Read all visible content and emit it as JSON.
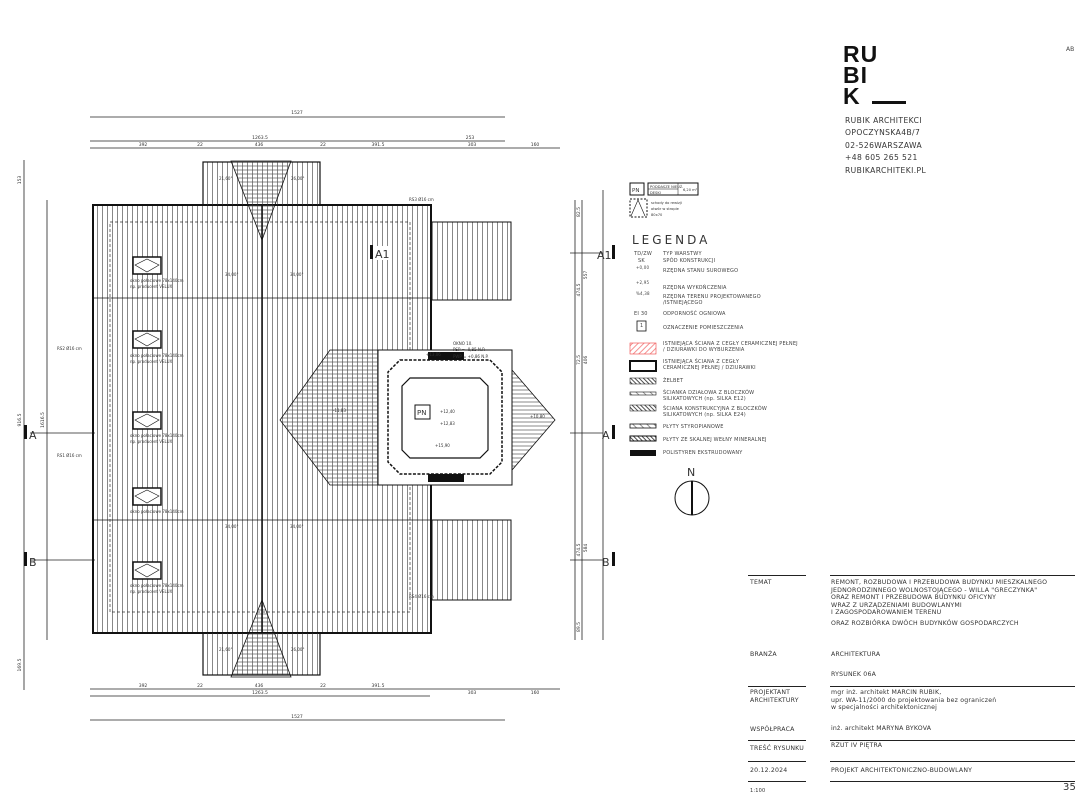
{
  "firm": {
    "logo_lines": [
      "RU",
      "BI",
      "K"
    ],
    "name": "RUBIK ARCHITEKCI",
    "street": "OPOCZYNSKA4B/7",
    "city": "02-526WARSZAWA",
    "phone": "+48 605 265 521",
    "web": "RUBIKARCHITEKI.PL",
    "corner_tag": "AB"
  },
  "room_tag": {
    "code": "PN",
    "name1": "PODDASZE NIEUŻ.",
    "name2": "DESKI",
    "area": "6,20 m²",
    "stair_note": [
      "schody do rewizji",
      "otwór w stropie",
      "80x70"
    ]
  },
  "legend": {
    "title": "LEGENDA",
    "items": [
      {
        "symbol": "TD/ZW",
        "label": "TYP WARSTWY"
      },
      {
        "symbol": "SK",
        "label": "SPÓD KONSTRUKCJI"
      },
      {
        "symbol": "+0,00",
        "label": "RZĘDNA STANU SUROWEGO"
      },
      {
        "symbol": "+2,95",
        "label": "RZĘDNA WYKOŃCZENIA"
      },
      {
        "symbol": "%4,38",
        "label": "RZĘDNA TERENU PROJEKTOWANEGO /ISTNIEJĄCEGO"
      },
      {
        "symbol": "EI 30",
        "label": "ODPORNOŚĆ OGNIOWA"
      },
      {
        "symbol": "1",
        "label": "OZNACZENIE POMIESZCZENIA"
      },
      {
        "symbol": "",
        "label": "ISTNIEJĄCA ŚCIANA Z CEGŁY CERAMICZNEJ PEŁNEJ / DZIURAWKI DO WYBURZENIA"
      },
      {
        "symbol": "",
        "label": "ISTNIEJĄCA ŚCIANA Z CEGŁY CERAMICZNEJ PEŁNEJ / DZIURAWKI"
      },
      {
        "symbol": "",
        "label": "ŻELBET"
      },
      {
        "symbol": "",
        "label": "ŚCIANKA DZIAŁOWA Z BLOCZKÓW SILIKATOWYCH (np. SILKA E12)"
      },
      {
        "symbol": "",
        "label": "ŚCIANA KONSTRUKCYJNA Z BLOCZKÓW SILIKATOWYCH (np. SILKA E24)"
      },
      {
        "symbol": "",
        "label": "PŁYTY STYROPIANOWE"
      },
      {
        "symbol": "",
        "label": "PŁYTY ZE SKALNEJ WEŁNY MINERALNEJ"
      },
      {
        "symbol": "",
        "label": "POLISTYREN EKSTRUDOWANY"
      }
    ]
  },
  "north": "N",
  "sections": {
    "a": "A",
    "b": "B",
    "a1": "A1"
  },
  "dims": {
    "total": "1527",
    "sub": "1263.5",
    "right": "253",
    "segments": [
      "392",
      "22",
      "436",
      "22",
      "391.5",
      "303",
      "160"
    ],
    "left_v": [
      "153",
      "916.5",
      "169.5"
    ],
    "left_inner": "1616.5",
    "right_v": [
      "82.5",
      "474.5",
      "72.5",
      "474.5",
      "89.5",
      "557",
      "406",
      "584"
    ],
    "pipes": [
      "RS3 Ø16 cm",
      "RS2 Ø16 cm",
      "RS1 Ø16 cm",
      "RS4 Ø16 cm"
    ],
    "angles": [
      "21,60°",
      "26,00°",
      "34,00°",
      "34,00°",
      "34,00°",
      "34,00°",
      "21,60°",
      "26,00°"
    ],
    "window_note": "okno połaciowe 78x140cm",
    "window_note2": "np. producent VELUX",
    "okno": "OKNO 10.",
    "psp": "PSP = -0,85 N.P.",
    "pwp": "PWP = +0,86 N.P.",
    "tower_room": "PN",
    "levels": [
      "+13,06",
      "+12,40",
      "+12,83",
      "+15,90",
      "-11,83",
      "+10,80"
    ]
  },
  "title_block": {
    "temat_label": "TEMAT",
    "temat": [
      "REMONT, ROZBUDOWA I PRZEBUDOWA BUDYNKU MIESZKALNEGO",
      "JEDNORODZINNEGO WOLNOSTOJĄCEGO - WILLA \"GRECZYNKA\"",
      "ORAZ REMONT I PRZEBUDOWA BUDYNKU OFICYNY",
      "WRAZ Z URZĄDZENIAMI BUDOWLANYMI",
      "I ZAGOSPODAROWANIEM TERENU",
      "ORAZ ROZBIÓRKA DWÓCH BUDYNKÓW GOSPODARCZYCH"
    ],
    "branza_label": "BRANŻA",
    "branza": "ARCHITEKTURA",
    "rysunek": "RYSUNEK 06A",
    "projektant_label": [
      "PROJEKTANT",
      "ARCHITEKTURY"
    ],
    "projektant": [
      "mgr inż. architekt MARCIN RUBIK,",
      "upr. WA-11/2000 do projektowania bez ograniczeń",
      "w specjalności architektonicznej"
    ],
    "wspolpraca_label": "WSPÓŁPRACA",
    "wspolpraca": "inż. architekt MARYNA BYKOVA",
    "tresc_label": "TREŚĆ RYSUNKU",
    "tresc": "RZUT IV PIĘTRA",
    "date": "20.12.2024",
    "phase": "PROJEKT ARCHITEKTONICZNO-BUDOWLANY",
    "scale": "1:100",
    "sheet": "35"
  }
}
